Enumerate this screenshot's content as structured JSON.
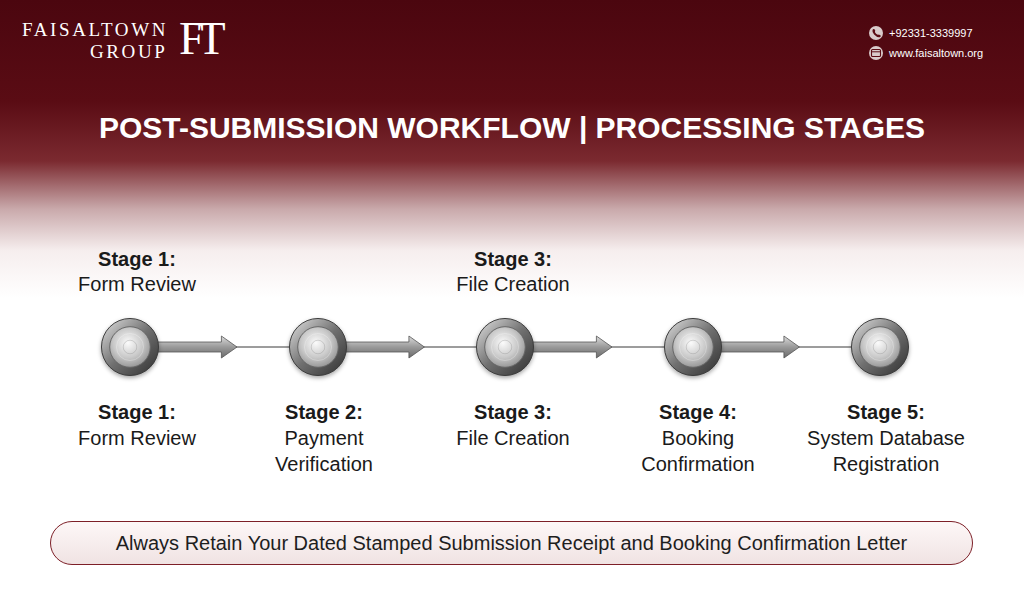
{
  "diagram": {
    "title": "POST-SUBMISSION WORKFLOW | PROCESSING STAGES",
    "nodes": [
      {
        "text": [
          "Stage 1:",
          "Form Review"
        ]
      },
      {
        "text": [
          "Stage 2:",
          "Payment Verification"
        ]
      },
      {
        "text": [
          "Stage 3:",
          "File Creation"
        ]
      },
      {
        "text": [
          "Stage 4:",
          "Booking Confirmation"
        ]
      },
      {
        "text": [
          "Stage 5:",
          "System Database Registration"
        ]
      },
      {
        "text": [
          "Always Retain Your Dated Stamped Submission Receipt and Booking Confirmation Letter"
        ]
      }
    ],
    "edges": [
      {
        "from": 0,
        "to": 1,
        "arrow": "to"
      },
      {
        "from": 1,
        "to": 2,
        "arrow": "to"
      },
      {
        "from": 2,
        "to": 3,
        "arrow": "to"
      },
      {
        "from": 3,
        "to": 4,
        "arrow": "to"
      }
    ],
    "labels": [
      "FAISALTOWN",
      "GROUP",
      "FT",
      "+92331-3339997",
      "www.faisaltown.org",
      "Stage 1:",
      "Form Review",
      "Stage 3:",
      "File Creation"
    ]
  }
}
